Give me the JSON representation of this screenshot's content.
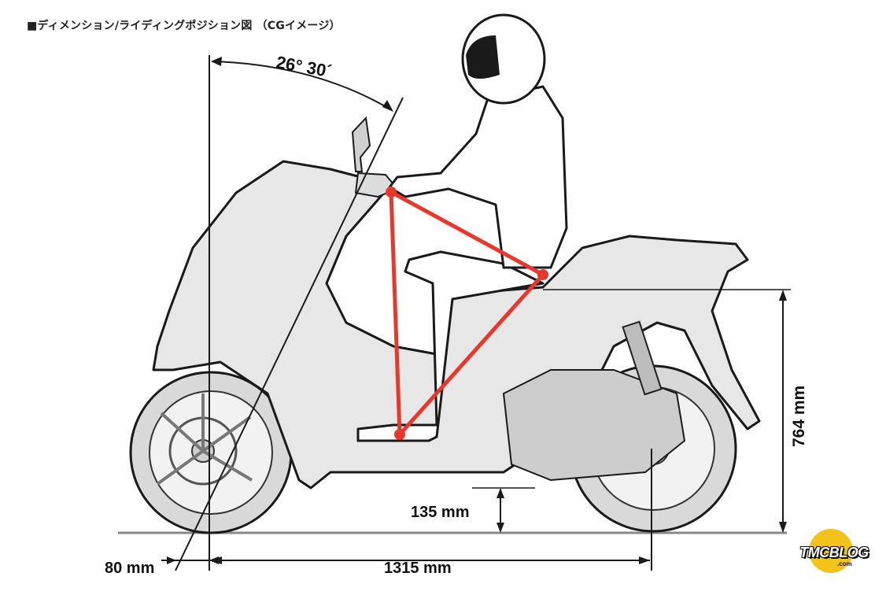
{
  "title": "■ディメンション/ライディングポジション図 （CGイメージ）",
  "dimensions": {
    "angle": "26° 30´",
    "seat_height": "764 mm",
    "ground_clearance": "135 mm",
    "trail": "80 mm",
    "wheelbase": "1315 mm"
  },
  "logo": {
    "text": "TMCBLOG",
    "sub": ".com",
    "color": "#f3c319"
  },
  "colors": {
    "triangle": "#e8382b",
    "scooter_fill": "#e7e7e7",
    "outline": "#1a1a1a"
  }
}
